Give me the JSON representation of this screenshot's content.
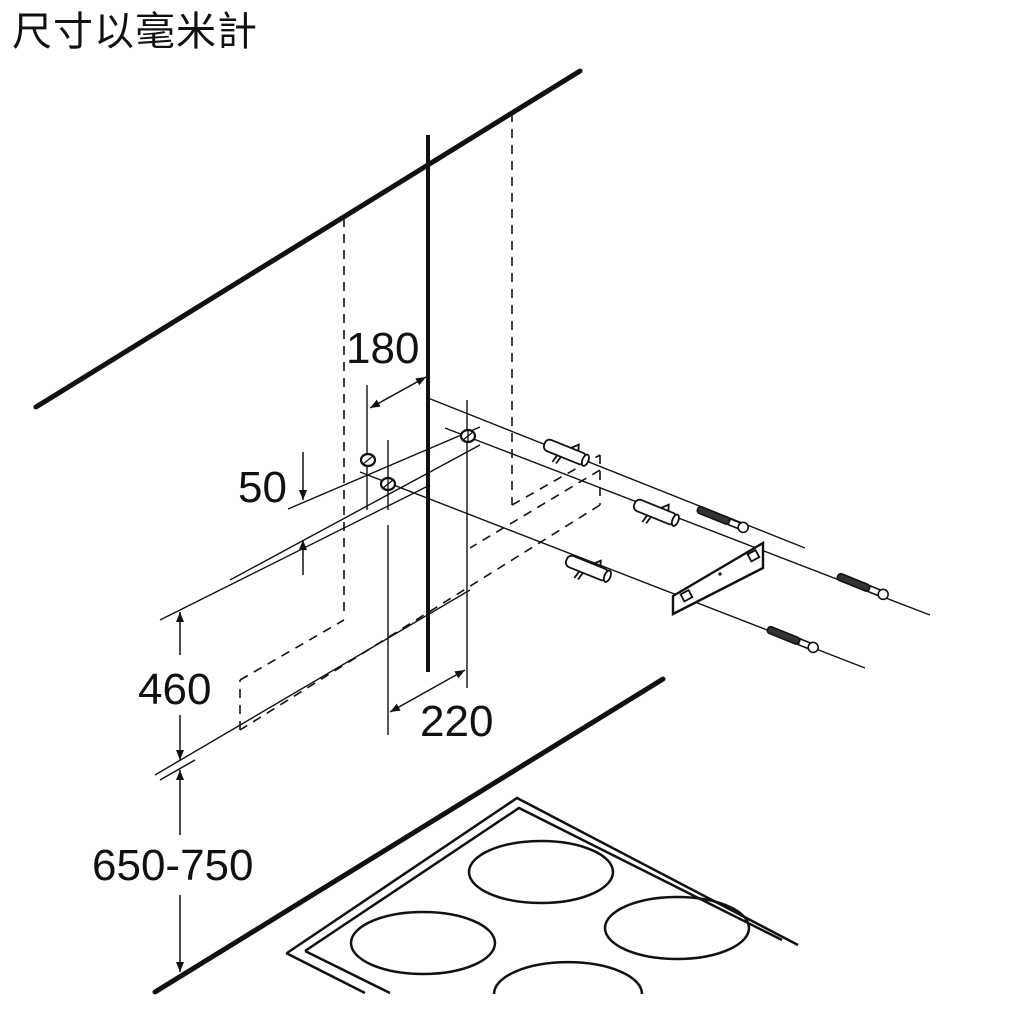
{
  "title": "尺寸以毫米計",
  "dimensions": {
    "d180": "180",
    "d50": "50",
    "d460": "460",
    "d220": "220",
    "d650_750": "650-750"
  },
  "parts": {
    "wall_plugs": 3,
    "screws": 3,
    "mounting_bracket": 1,
    "drill_holes": 3
  },
  "colors": {
    "line": "#111111",
    "background": "#ffffff"
  }
}
